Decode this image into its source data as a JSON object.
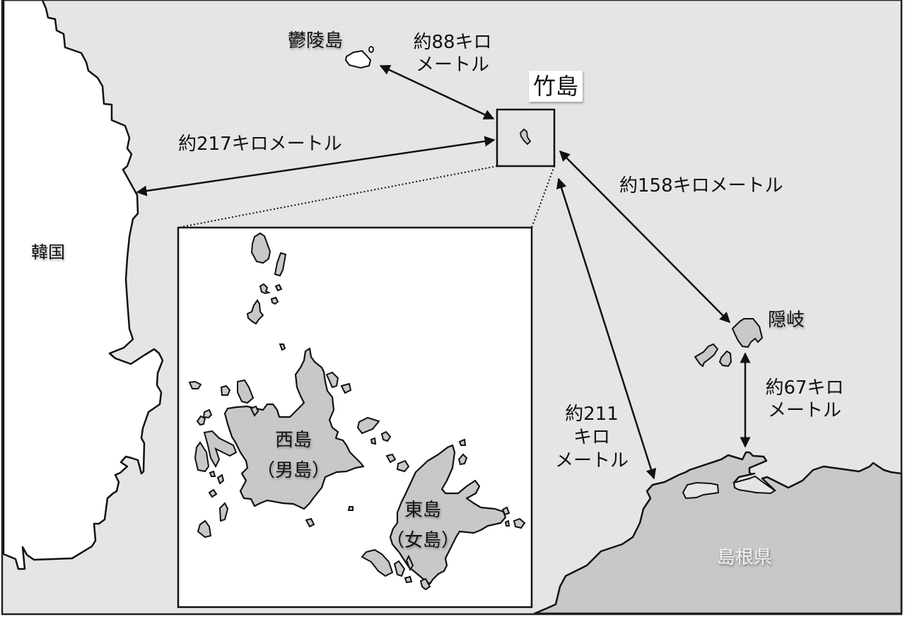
{
  "map": {
    "title_label": "竹島",
    "colors": {
      "sea": "#e5e5e6",
      "land_white": "#ffffff",
      "land_gray": "#c8c8c9",
      "outline": "#111111"
    },
    "regions": {
      "korea": "韓国",
      "ulleungdo": "鬱陵島",
      "oki": "隠岐",
      "shimane": "島根県"
    },
    "inset": {
      "west_island": "西島",
      "west_island_alt": "（男島）",
      "east_island": "東島",
      "east_island_alt": "（女島）"
    },
    "distances": {
      "ulleungdo_line1": "約88キロ",
      "ulleungdo_line2": "メートル",
      "korea": "約217キロメートル",
      "oki_takeshima": "約158キロメートル",
      "shimane_line1": "約211",
      "shimane_line2": "キロ",
      "shimane_line3": "メートル",
      "oki_shimane_line1": "約67キロ",
      "oki_shimane_line2": "メートル"
    }
  }
}
